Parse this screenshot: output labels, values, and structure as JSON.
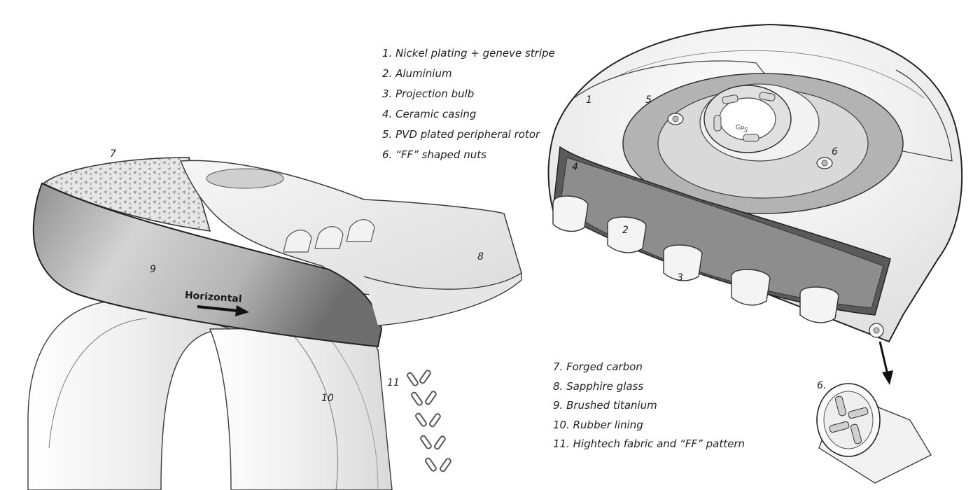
{
  "legend_top": [
    "1. Nickel plating + geneve stripe",
    "2. Aluminium",
    "3. Projection bulb",
    "4. Ceramic casing",
    "5. PVD plated peripheral rotor",
    "6. “FF” shaped nuts"
  ],
  "legend_bottom": [
    "7. Forged carbon",
    "8. Sapphire glass",
    "9. Brushed titanium",
    "10. Rubber lining",
    "11. Hightech fabric and “FF” pattern"
  ],
  "callouts": {
    "c1": "1",
    "c2": "2",
    "c3": "3",
    "c4": "4",
    "c5": "5",
    "c6": "6",
    "c6_detail": "6.",
    "c7": "7",
    "c8": "8",
    "c9": "9",
    "c10": "10",
    "c11": "11"
  },
  "arrow_text": "Horizontal",
  "cap_text": "GPS"
}
